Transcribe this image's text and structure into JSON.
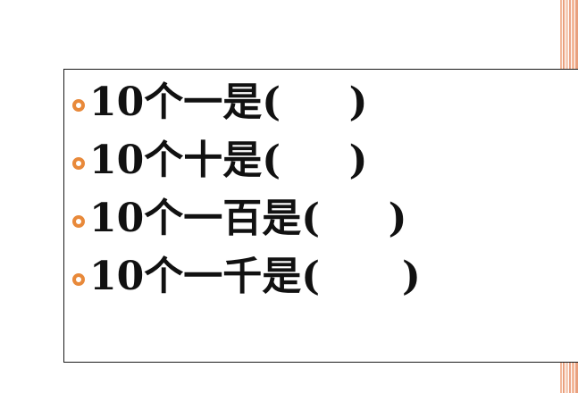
{
  "slide": {
    "items": [
      {
        "text": "10个一是(     )"
      },
      {
        "text": "10个十是(     )"
      },
      {
        "text": "10个一百是(     )"
      },
      {
        "text": "10个一千是(      )"
      }
    ]
  },
  "colors": {
    "bullet": "#e8893a",
    "text": "#111111",
    "border": "#1a1a1a",
    "stripe": "#f3b89a"
  },
  "icons": {
    "bullet": "circle-bullet-icon"
  }
}
